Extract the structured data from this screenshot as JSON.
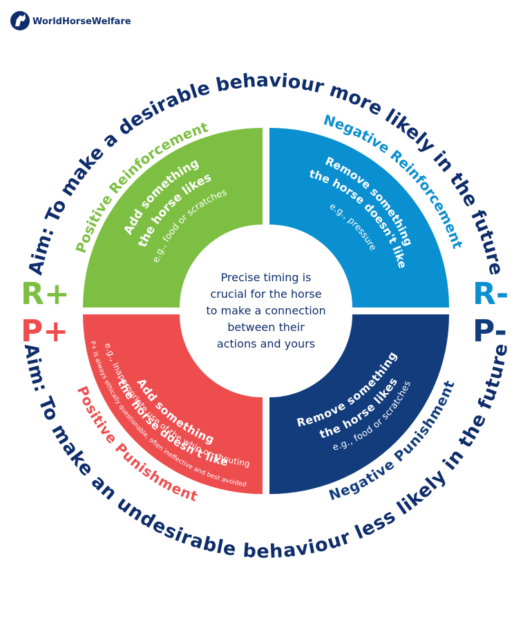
{
  "brand": {
    "name": "WorldHorseWelfare",
    "color": "#0f2d6b"
  },
  "colors": {
    "navy": "#0f2d6b",
    "green": "#7dbf43",
    "blue": "#0a8fd0",
    "red": "#ee4d4e",
    "dark": "#123c7c",
    "white": "#ffffff",
    "gap": "#ffffff"
  },
  "aims": {
    "top": "Aim: To make a desirable behaviour more likely in the future",
    "bottom": "Aim: To make an undesirable behaviour less likely in the future"
  },
  "labels": {
    "positive_reinforcement": "Positive Reinforcement",
    "negative_reinforcement": "Negative Reinforcement",
    "positive_punishment": "Positive Punishment",
    "negative_punishment": "Negative Punishment"
  },
  "symbols": {
    "r_plus": "R+",
    "p_plus": "P+",
    "r_minus": "R-",
    "p_minus": "P-"
  },
  "quadrants": {
    "pr": {
      "line1": "Add something",
      "line2": "the horse likes",
      "example": "e.g., food or scratches"
    },
    "nr": {
      "line1": "Remove something",
      "line2": "the horse doesn't like",
      "example": "e.g., pressure"
    },
    "pp": {
      "line1": "Add something",
      "line2": "the horse doesn't like",
      "example": "e.g., inappropriate use of the whip or shouting",
      "note": "P+ is always ethically questionable, often ineffective and best avoided"
    },
    "np": {
      "line1": "Remove something",
      "line2": "the horse likes",
      "example": "e.g., food or scratches"
    }
  },
  "center": {
    "lines": [
      "Precise timing is",
      "crucial for the horse",
      "to make a connection",
      "between their",
      "actions and yours"
    ]
  }
}
